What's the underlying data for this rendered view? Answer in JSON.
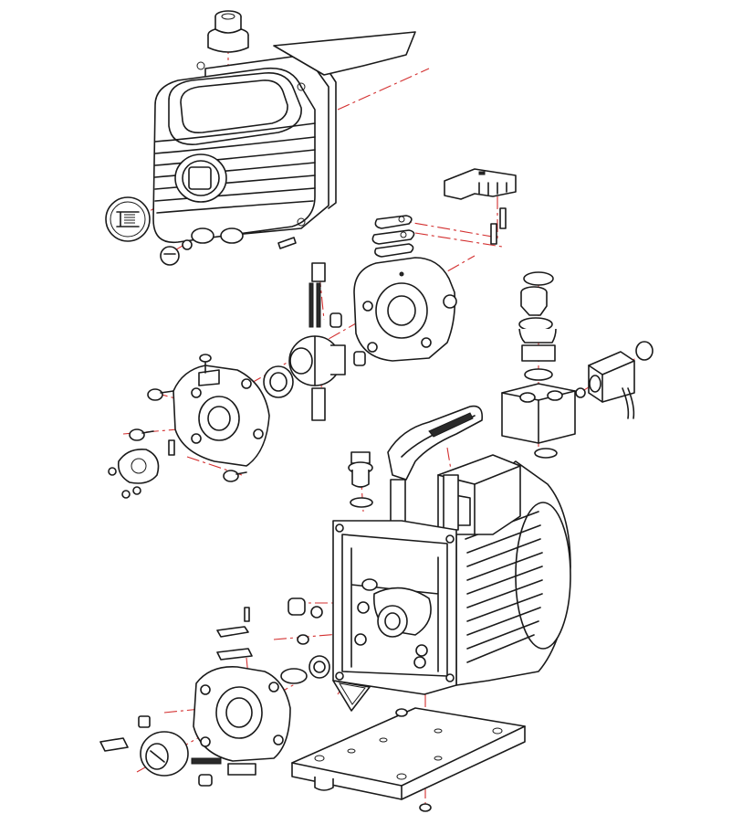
{
  "diagram": {
    "type": "exploded-view",
    "subject": "rotary-vane-vacuum-pump",
    "accent_color": "#d32f2f",
    "line_color": "#1a1a1a",
    "groups": [
      "oil-reservoir-housing",
      "oil-sight-glass",
      "drain-plug",
      "exhaust-valve-assembly",
      "pump-stator-first-stage",
      "rotor-and-vanes",
      "shaft-seal",
      "end-plate",
      "gas-ballast-valve",
      "inlet-fitting",
      "solenoid-valve",
      "motor",
      "handle",
      "frame",
      "second-stage-stator",
      "coupling",
      "base-plate"
    ]
  }
}
